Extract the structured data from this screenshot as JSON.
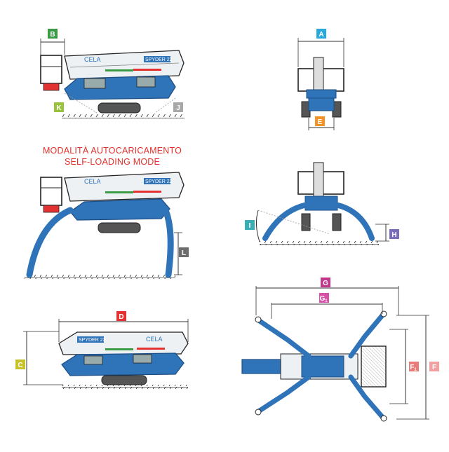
{
  "modes": {
    "self_loading_it": "MODALITÀ AUTOCARICAMENTO",
    "self_loading_en": "SELF-LOADING MODE"
  },
  "brand": {
    "name": "CELA",
    "model": "SPYDER 22"
  },
  "dimensions": {
    "A": {
      "label": "A",
      "color": "#2aa8de"
    },
    "B": {
      "label": "B",
      "color": "#3a9a45"
    },
    "C": {
      "label": "C",
      "color": "#c8c22a"
    },
    "D": {
      "label": "D",
      "color": "#e23232"
    },
    "E": {
      "label": "E",
      "color": "#f39325"
    },
    "F": {
      "label": "F",
      "color": "#f0a0a0"
    },
    "F1": {
      "label": "F",
      "sub": "1",
      "color": "#e97b7b"
    },
    "G": {
      "label": "G",
      "color": "#c2368c"
    },
    "G1": {
      "label": "G",
      "sub": "1",
      "color": "#d650a6"
    },
    "H": {
      "label": "H",
      "color": "#7a6cbb"
    },
    "I": {
      "label": "I",
      "color": "#3aaeb5"
    },
    "J": {
      "label": "J",
      "color": "#a8a8a8"
    },
    "K": {
      "label": "K",
      "color": "#98c33a"
    },
    "L": {
      "label": "L",
      "color": "#6d6d6d"
    }
  },
  "colors": {
    "machine_blue": "#2f73b8",
    "machine_dark": "#1e4f86",
    "boom_white": "#eef1f4",
    "outline": "#2a2a2a",
    "dim_line": "#333333"
  }
}
